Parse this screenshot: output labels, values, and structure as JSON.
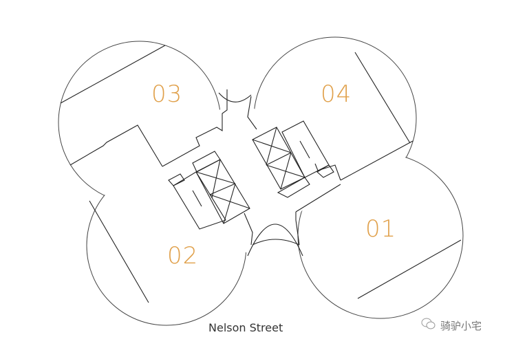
{
  "units": {
    "u01": "01",
    "u02": "02",
    "u03": "03",
    "u04": "04"
  },
  "street": "Nelson Street",
  "watermark": "骑驴小宅",
  "colors": {
    "unit_label": "#e0a04a",
    "line": "#222222"
  }
}
